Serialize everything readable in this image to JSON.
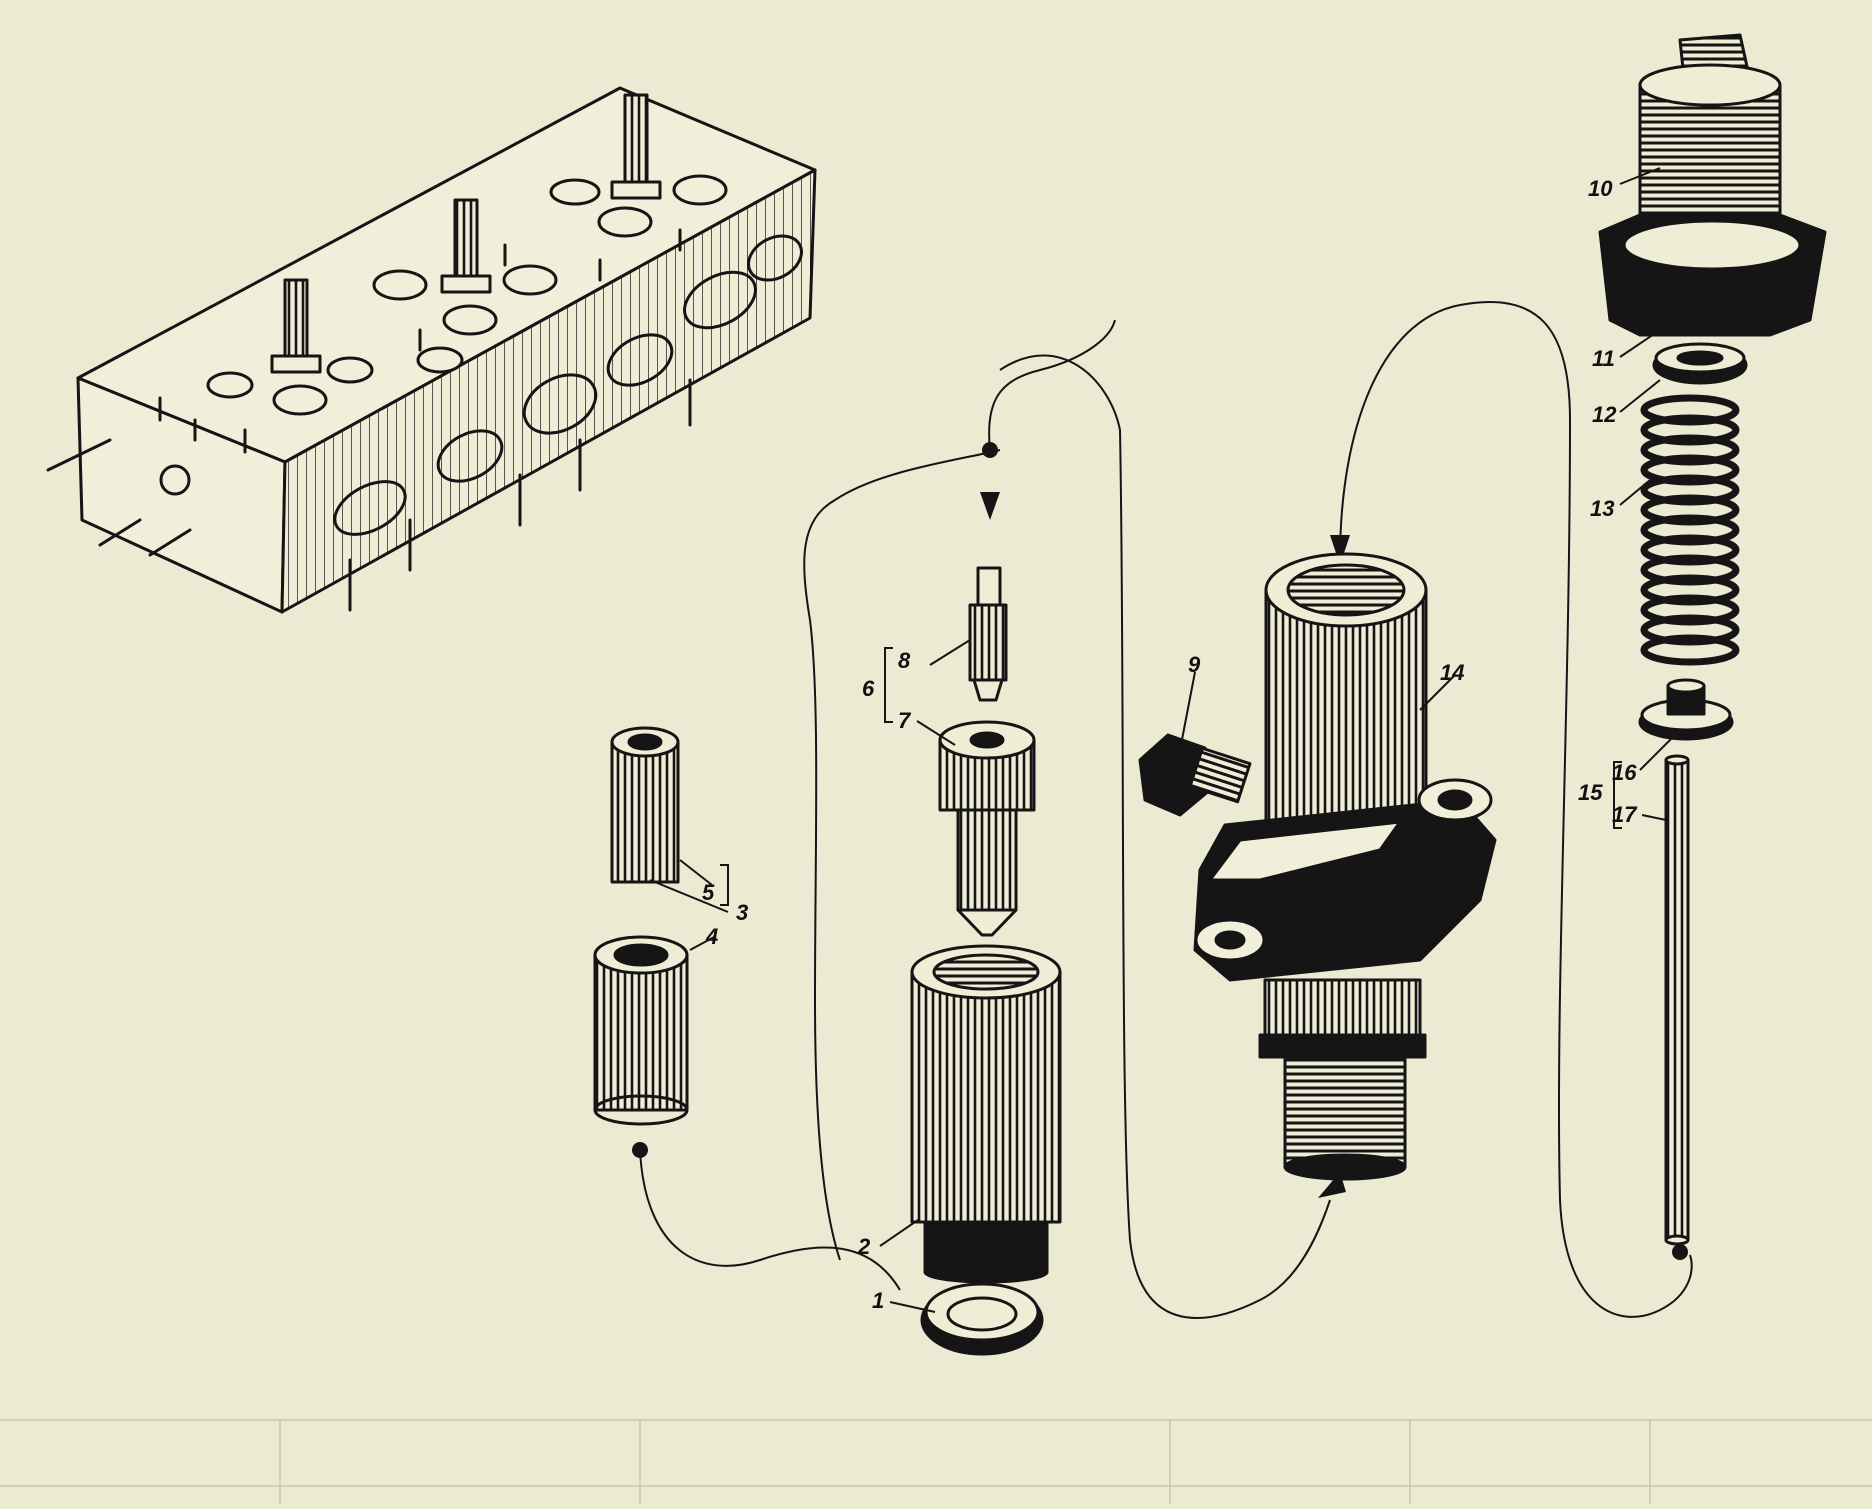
{
  "diagram": {
    "callouts": {
      "c1": "1",
      "c2": "2",
      "c3": "3",
      "c4": "4",
      "c5": "5",
      "c6": "6",
      "c7": "7",
      "c8": "8",
      "c9": "9",
      "c10": "10",
      "c11": "11",
      "c12": "12",
      "c13": "13",
      "c14": "14",
      "c15": "15",
      "c16": "16",
      "c17": "17"
    }
  },
  "colors": {
    "paper": "#ecead2",
    "ink": "#151515",
    "show_through": "#c9c6ae"
  }
}
